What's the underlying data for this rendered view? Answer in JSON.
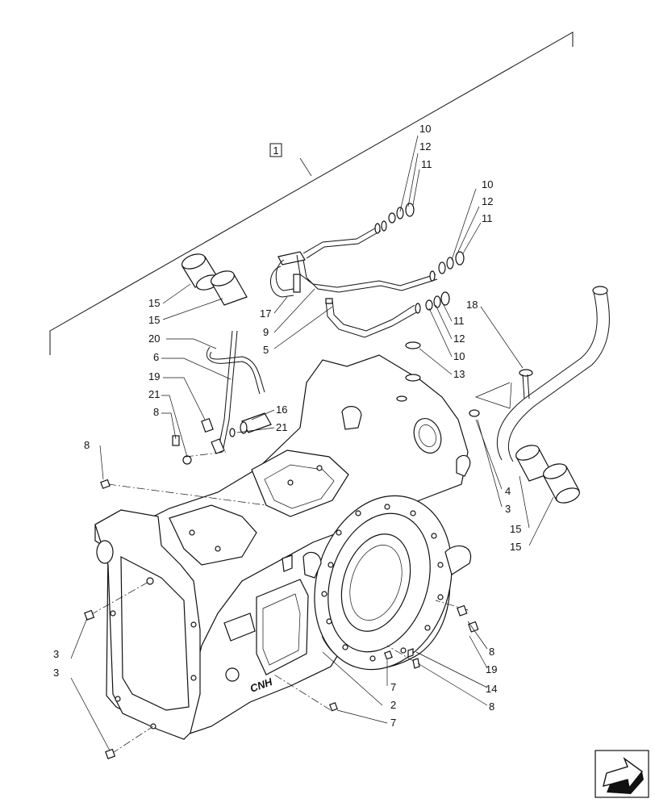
{
  "assembly_label": "1",
  "callouts": {
    "c10a": "10",
    "c12a": "12",
    "c11a": "11",
    "c10b": "10",
    "c12b": "12",
    "c11b": "11",
    "c15a": "15",
    "c15b": "15",
    "c20": "20",
    "c6": "6",
    "c19a": "19",
    "c21a": "21",
    "c8a": "8",
    "c16": "16",
    "c21b": "21",
    "c8b": "8",
    "c17": "17",
    "c9": "9",
    "c5": "5",
    "c11c": "11",
    "c12c": "12",
    "c10c": "10",
    "c13": "13",
    "c18": "18",
    "c4": "4",
    "c3a": "3",
    "c15c": "15",
    "c15d": "15",
    "c3b": "3",
    "c3c": "3",
    "c8c": "8",
    "c19b": "19",
    "c7a": "7",
    "c14": "14",
    "c2": "2",
    "c8d": "8",
    "c7b": "7"
  },
  "housing_mark": "CNH",
  "nav_icon": "next-arrow-icon"
}
